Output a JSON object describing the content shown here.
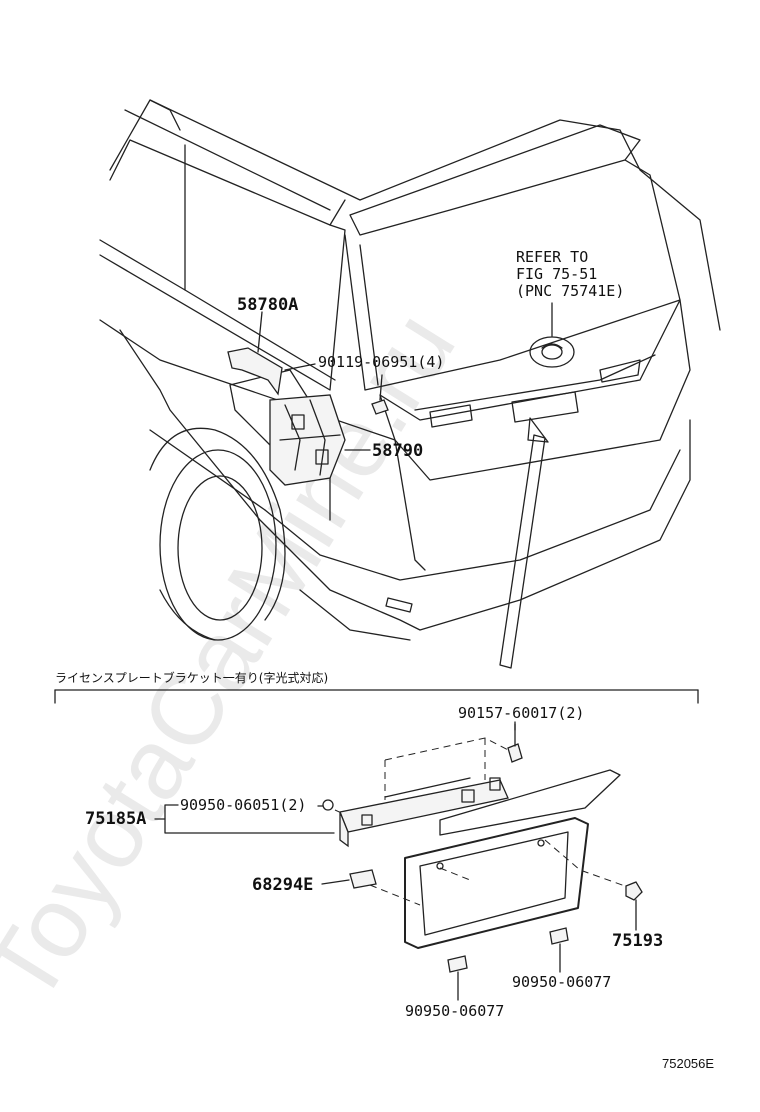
{
  "watermark": "ToyotaCarMine.ru",
  "labels": {
    "p58780a": "58780A",
    "p90119": "90119-06951(4)",
    "p58790": "58790",
    "refer_line1": "REFER TO",
    "refer_line2": "FIG 75-51",
    "refer_line3": "(PNC 75741E)",
    "note_jp": "ライセンスプレートブラケット一有り(字光式対応)",
    "p90157": "90157-60017(2)",
    "p75185a": "75185A",
    "p90950_06051": "90950-06051(2)",
    "p68294e": "68294E",
    "p75193": "75193",
    "p90950_06077a": "90950-06077",
    "p90950_06077b": "90950-06077",
    "figure_code": "752056E"
  }
}
